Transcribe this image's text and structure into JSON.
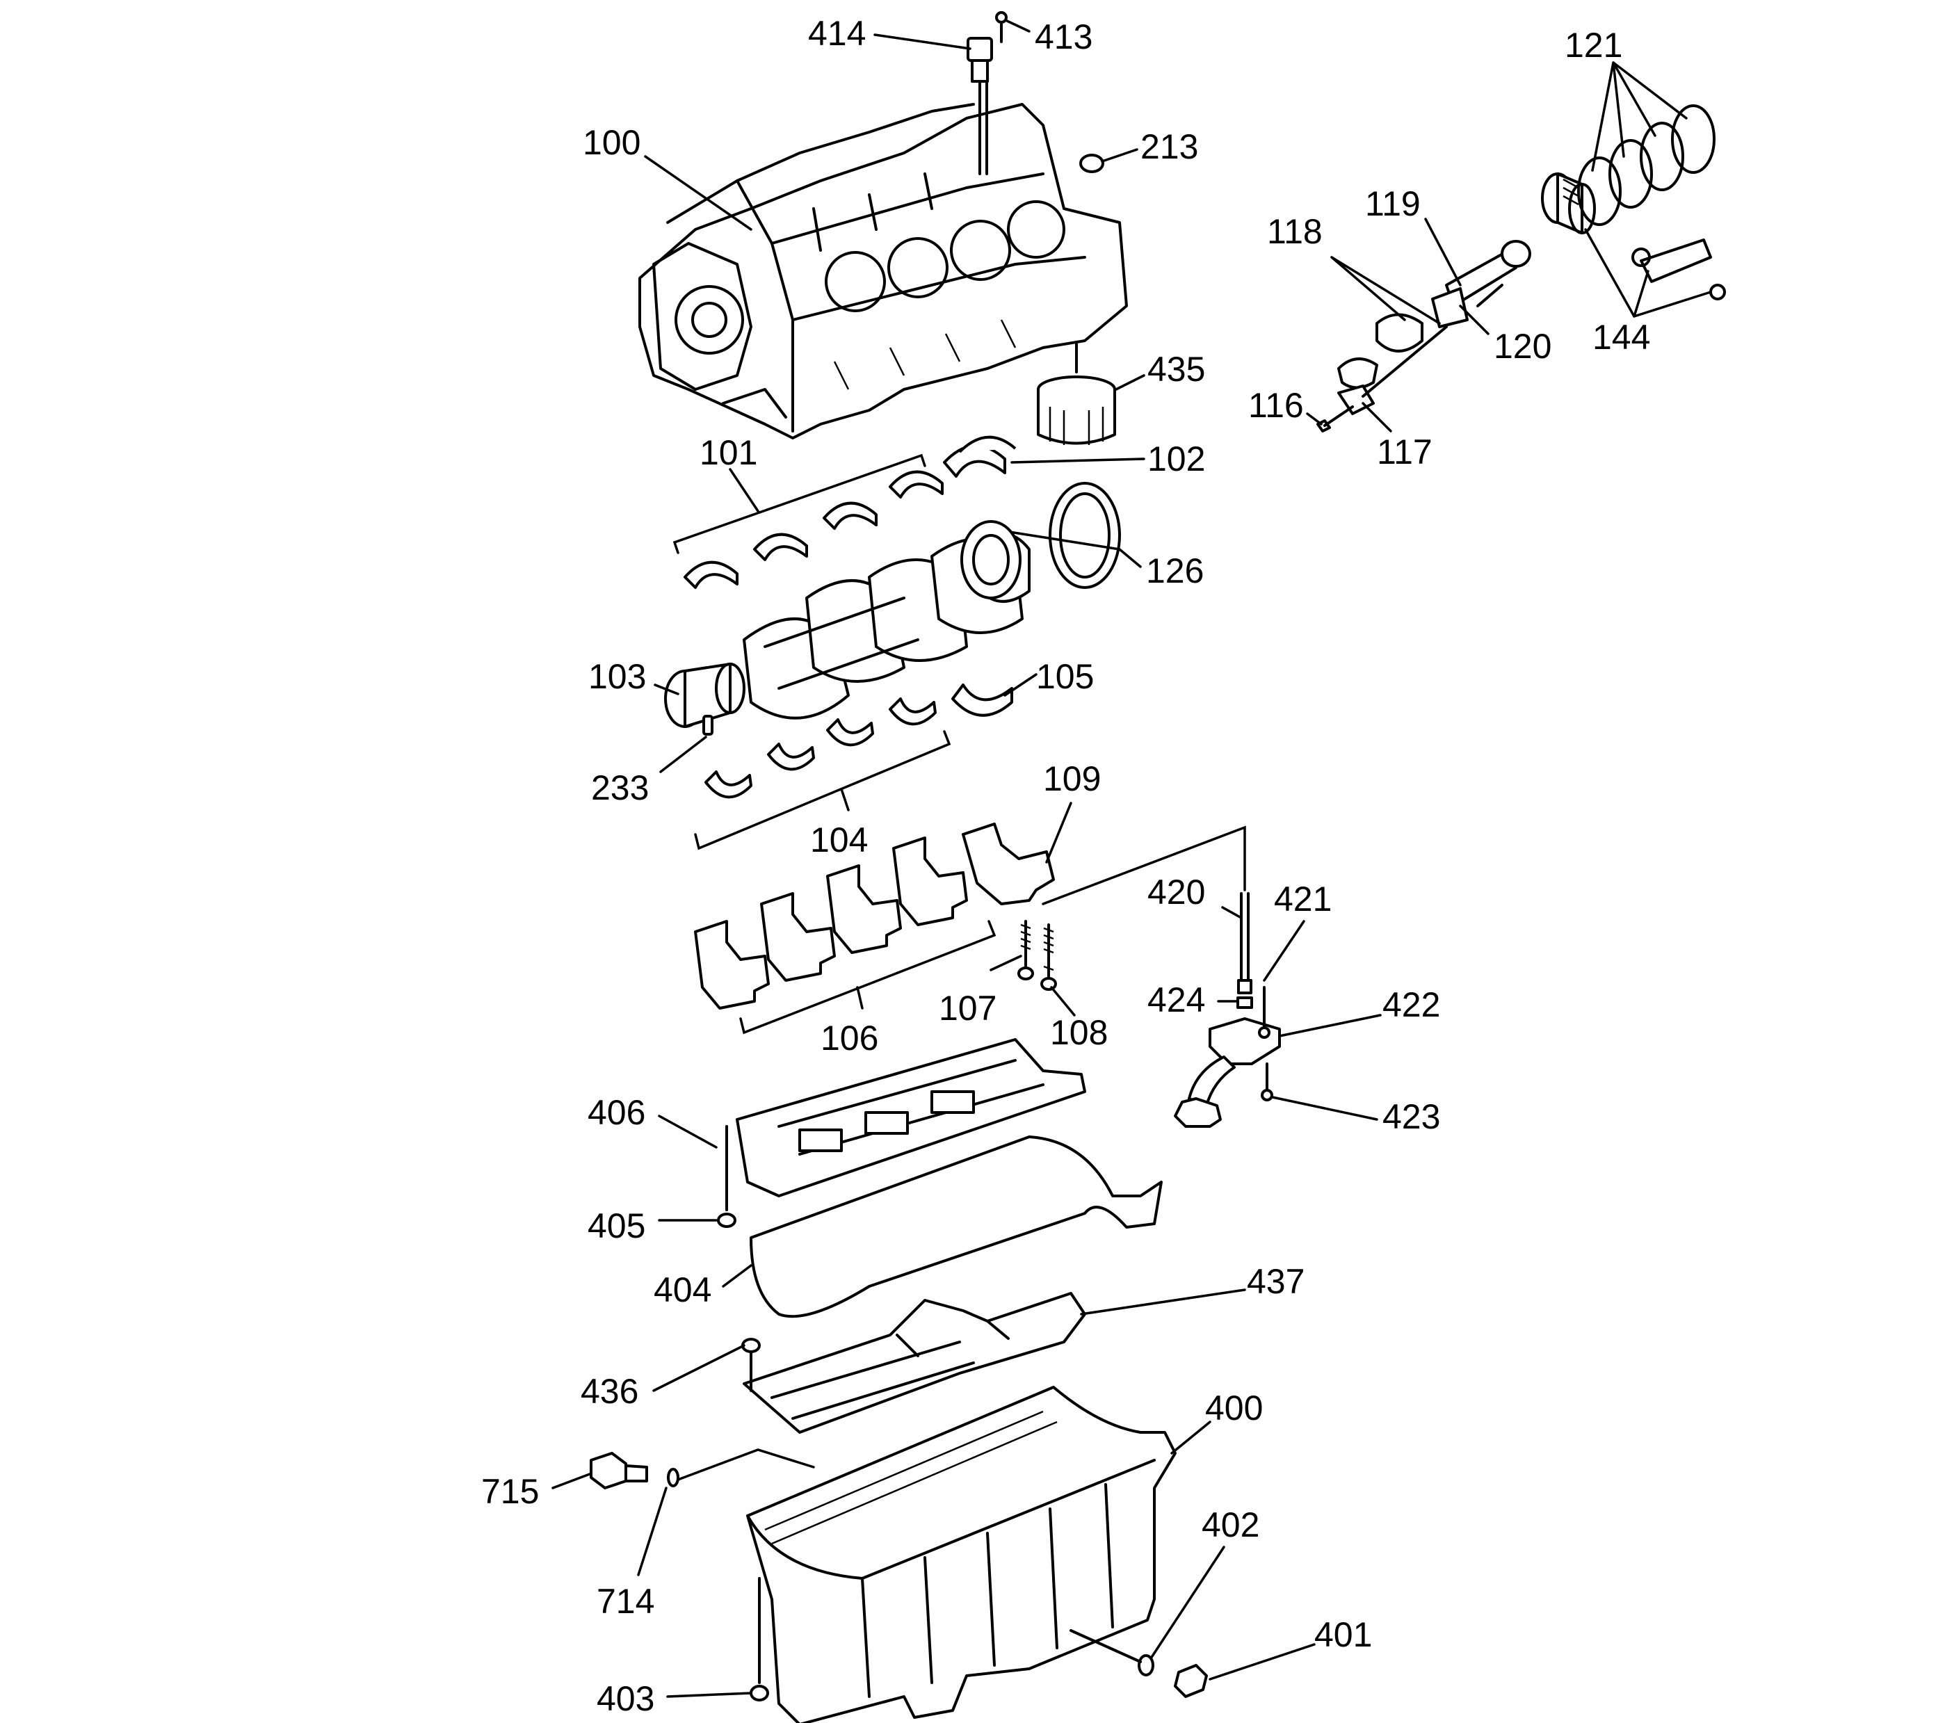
{
  "callouts": {
    "c100": "100",
    "c101": "101",
    "c102": "102",
    "c103": "103",
    "c104": "104",
    "c105": "105",
    "c106": "106",
    "c107": "107",
    "c108": "108",
    "c109": "109",
    "c116": "116",
    "c117": "117",
    "c118": "118",
    "c119": "119",
    "c120": "120",
    "c121": "121",
    "c126": "126",
    "c144": "144",
    "c213": "213",
    "c233": "233",
    "c400": "400",
    "c401": "401",
    "c402": "402",
    "c403": "403",
    "c404": "404",
    "c405": "405",
    "c406": "406",
    "c413": "413",
    "c414": "414",
    "c420": "420",
    "c421": "421",
    "c422": "422",
    "c423": "423",
    "c424": "424",
    "c435": "435",
    "c436": "436",
    "c437": "437",
    "c714": "714",
    "c715": "715"
  }
}
